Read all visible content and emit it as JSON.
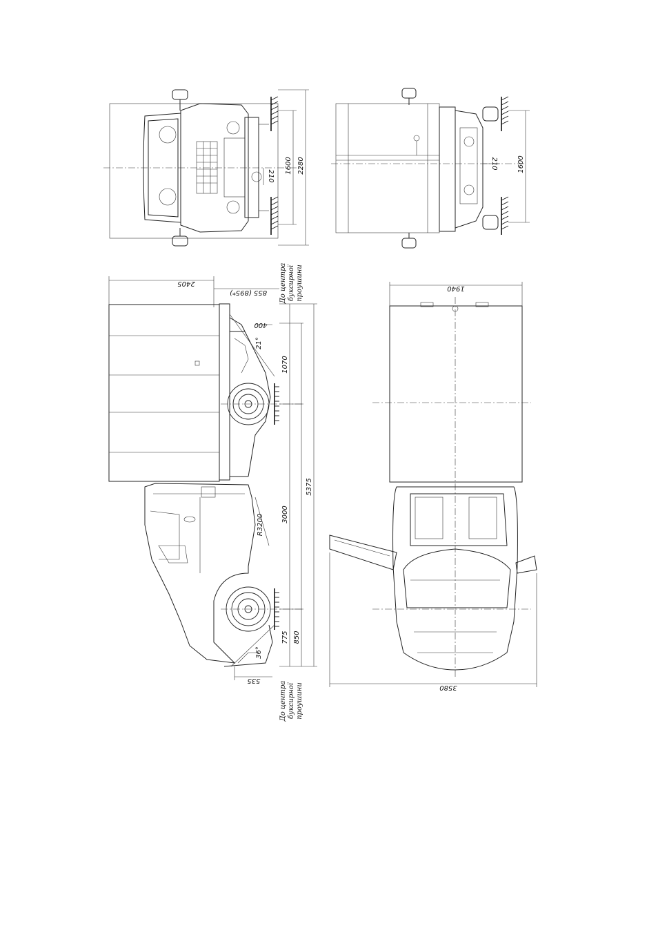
{
  "drawing": {
    "front_view": {
      "dim_track": "1600",
      "dim_width": "2280",
      "dim_clearance": "210"
    },
    "rear_view": {
      "dim_track": "1600",
      "dim_clearance": "210"
    },
    "side_view": {
      "dim_body_length": "2405",
      "dim_rear_overhang": "855 (895*)",
      "dim_rear_hitch": "400",
      "dim_rear_overhang_lower": "1070",
      "dim_wheelbase": "3000",
      "dim_total_length": "5375",
      "dim_front_overhang_a": "775",
      "dim_front_overhang_b": "850",
      "dim_front_hitch": "535",
      "dim_turn_radius": "R3200",
      "angle_rear": "21°",
      "angle_front": "36°",
      "note_top": [
        "До центра",
        "буксирної",
        "проушини"
      ],
      "note_bottom": [
        "До центра",
        "буксирної",
        "проушини"
      ]
    },
    "top_view": {
      "dim_body_width": "1940",
      "dim_total_width": "3580"
    }
  }
}
